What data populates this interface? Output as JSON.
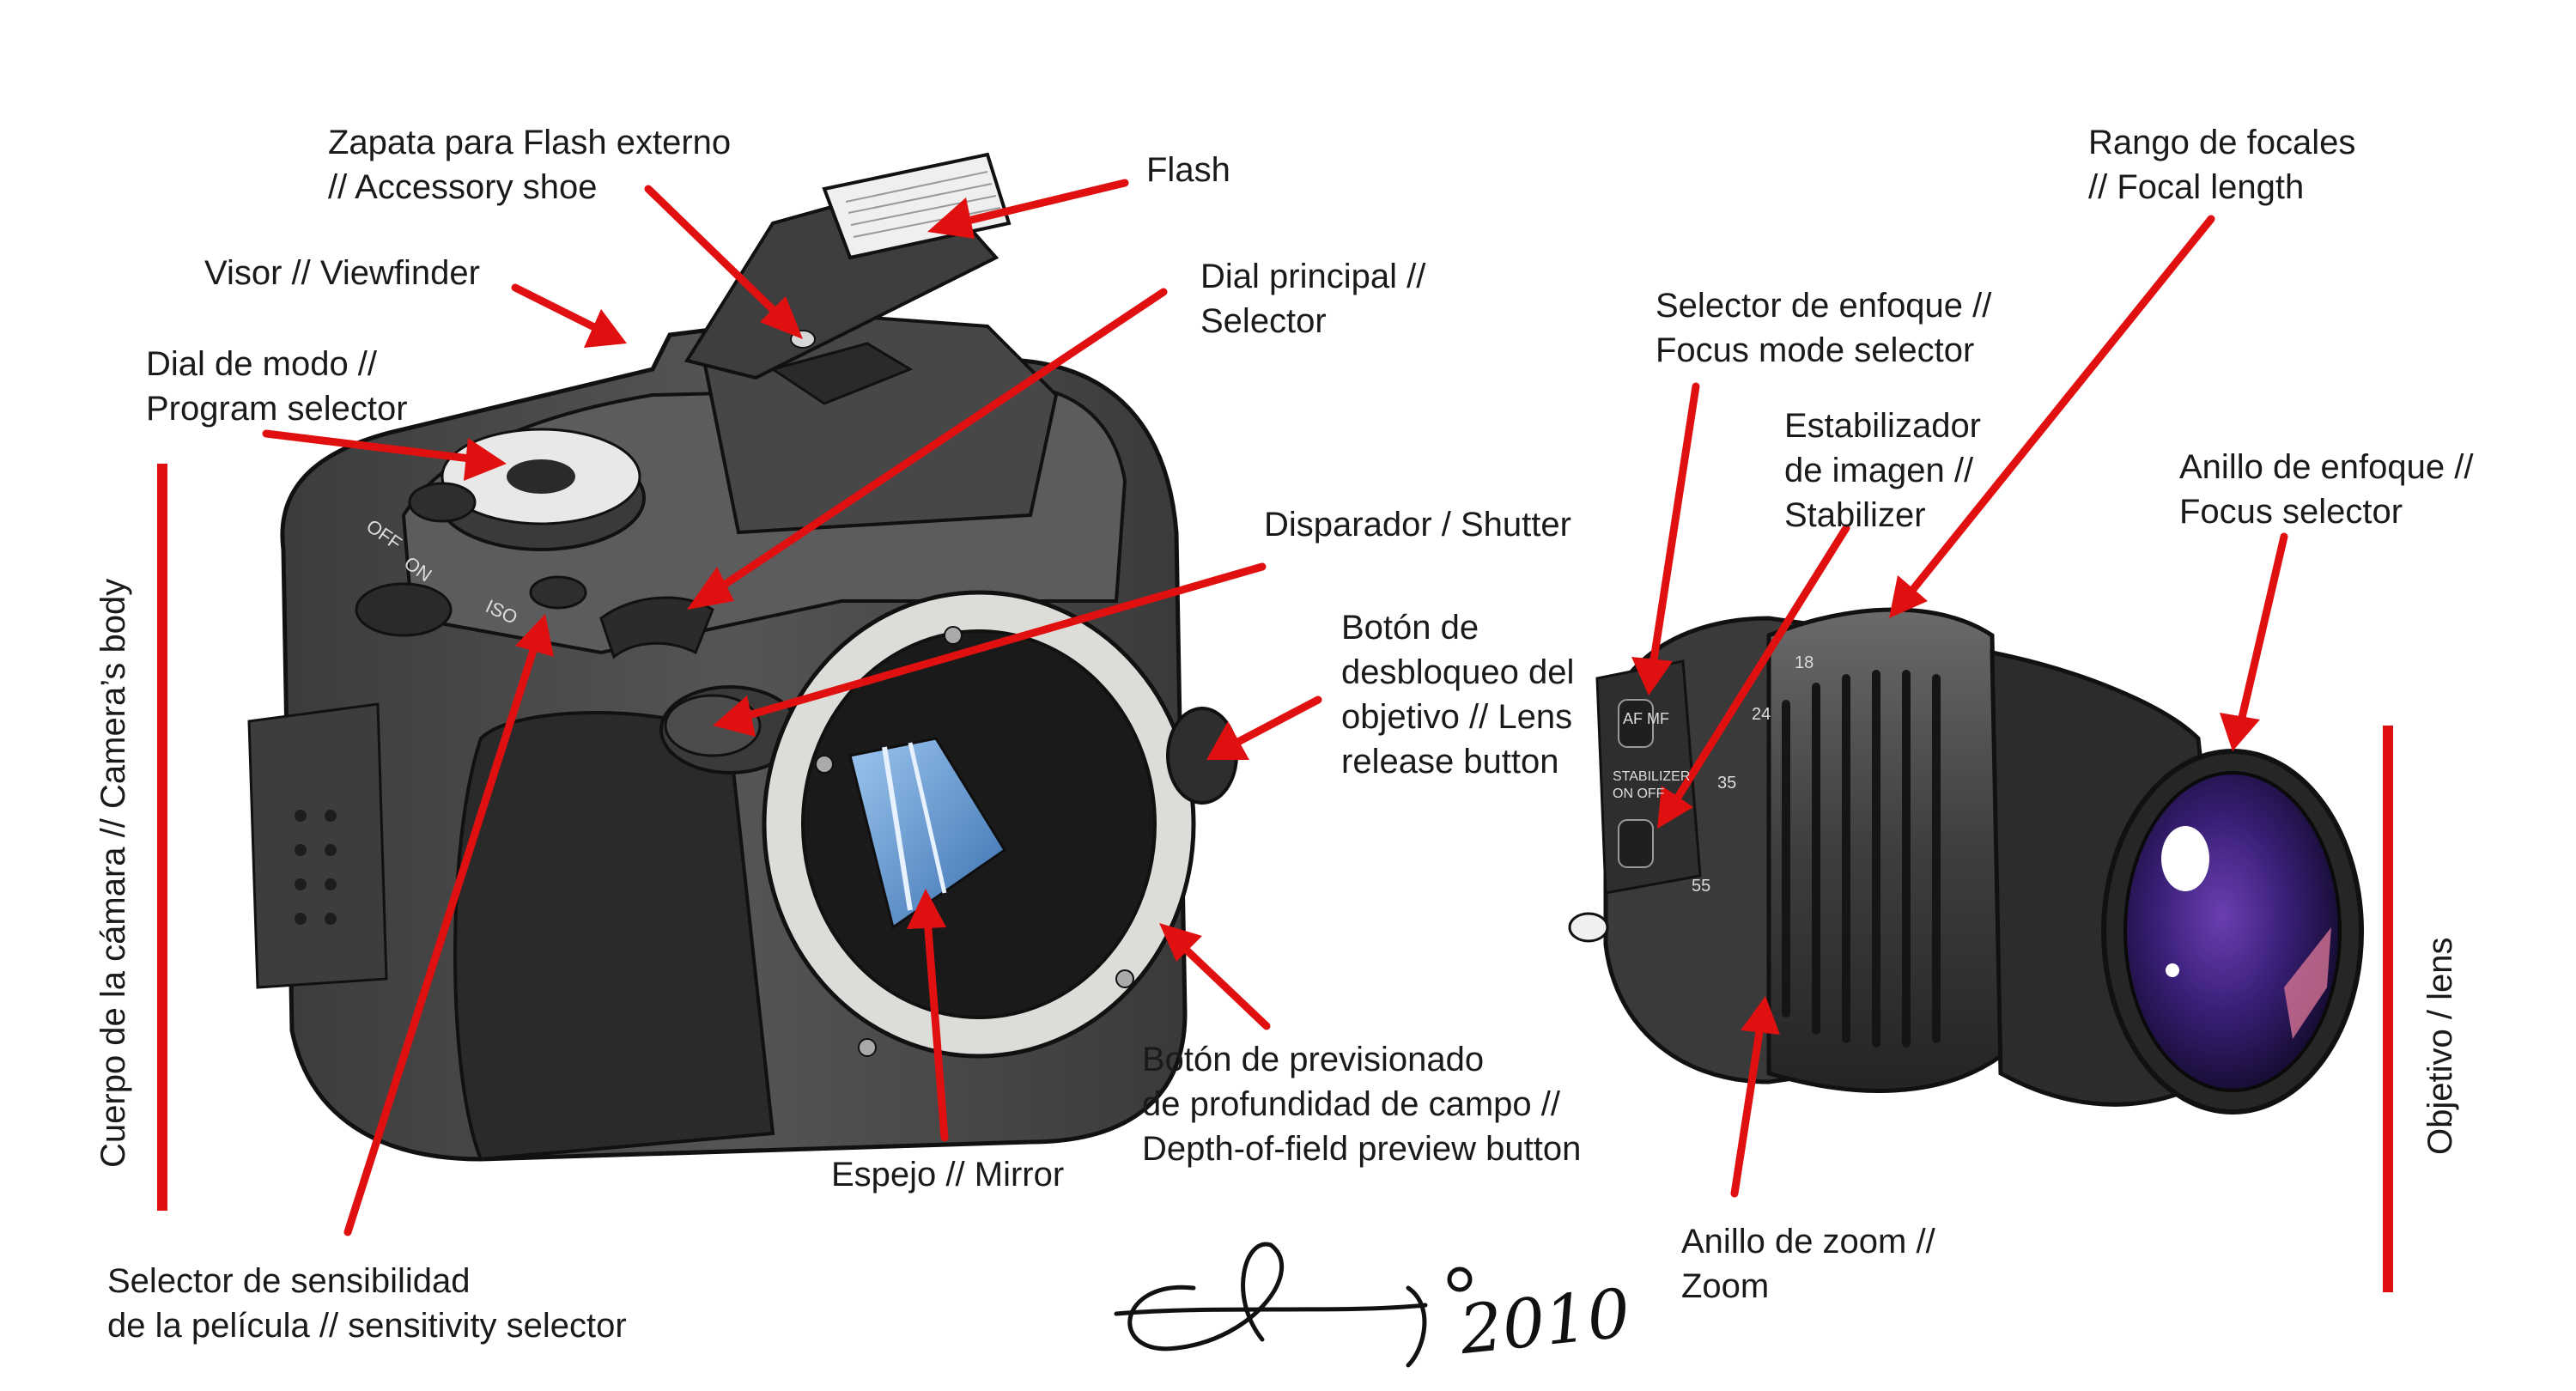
{
  "labels": {
    "shoe": [
      "Zapata para Flash externo",
      "// Accessory shoe"
    ],
    "flash": [
      "Flash"
    ],
    "viewfinder": [
      "Visor // Viewfinder"
    ],
    "main_dial": [
      "Dial principal //",
      "Selector"
    ],
    "mode_dial": [
      "Dial de modo //",
      "Program selector"
    ],
    "shutter": [
      "Disparador / Shutter"
    ],
    "lens_release": [
      "Botón de",
      "desbloqueo del",
      "objetivo // Lens",
      "release button"
    ],
    "dof_preview": [
      "Botón de previsionado",
      "de profundidad de campo //",
      "Depth-of-field preview button"
    ],
    "mirror": [
      "Espejo // Mirror"
    ],
    "iso": [
      "Selector de sensibilidad",
      "de la película // sensitivity selector"
    ],
    "focal_range": [
      "Rango de focales",
      "// Focal length"
    ],
    "focus_mode": [
      "Selector de enfoque //",
      "Focus mode selector"
    ],
    "stabilizer": [
      "Estabilizador",
      "de imagen //",
      "Stabilizer"
    ],
    "focus_ring": [
      "Anillo de enfoque //",
      "Focus selector"
    ],
    "zoom_ring": [
      "Anillo de zoom //",
      "Zoom"
    ],
    "body_side": "Cuerpo de la cámara // Camera’s body",
    "lens_side": "Objetivo / lens"
  },
  "camera_markings": {
    "off": "OFF",
    "on": "ON",
    "iso": "ISO",
    "focus_switch": "AF  MF",
    "stabilizer_switch": [
      "STABILIZER",
      "ON  OFF"
    ],
    "focal_marks": [
      "18",
      "24",
      "35",
      "55"
    ]
  },
  "signature": "2010",
  "colors": {
    "arrow": "#e11010",
    "body": "#4a4a4a",
    "body_dark": "#2e2e2e",
    "grip": "#262626",
    "mount": "#d9d9d6",
    "glass": "#2a1a5e",
    "mirror": "#5b8fc9"
  }
}
